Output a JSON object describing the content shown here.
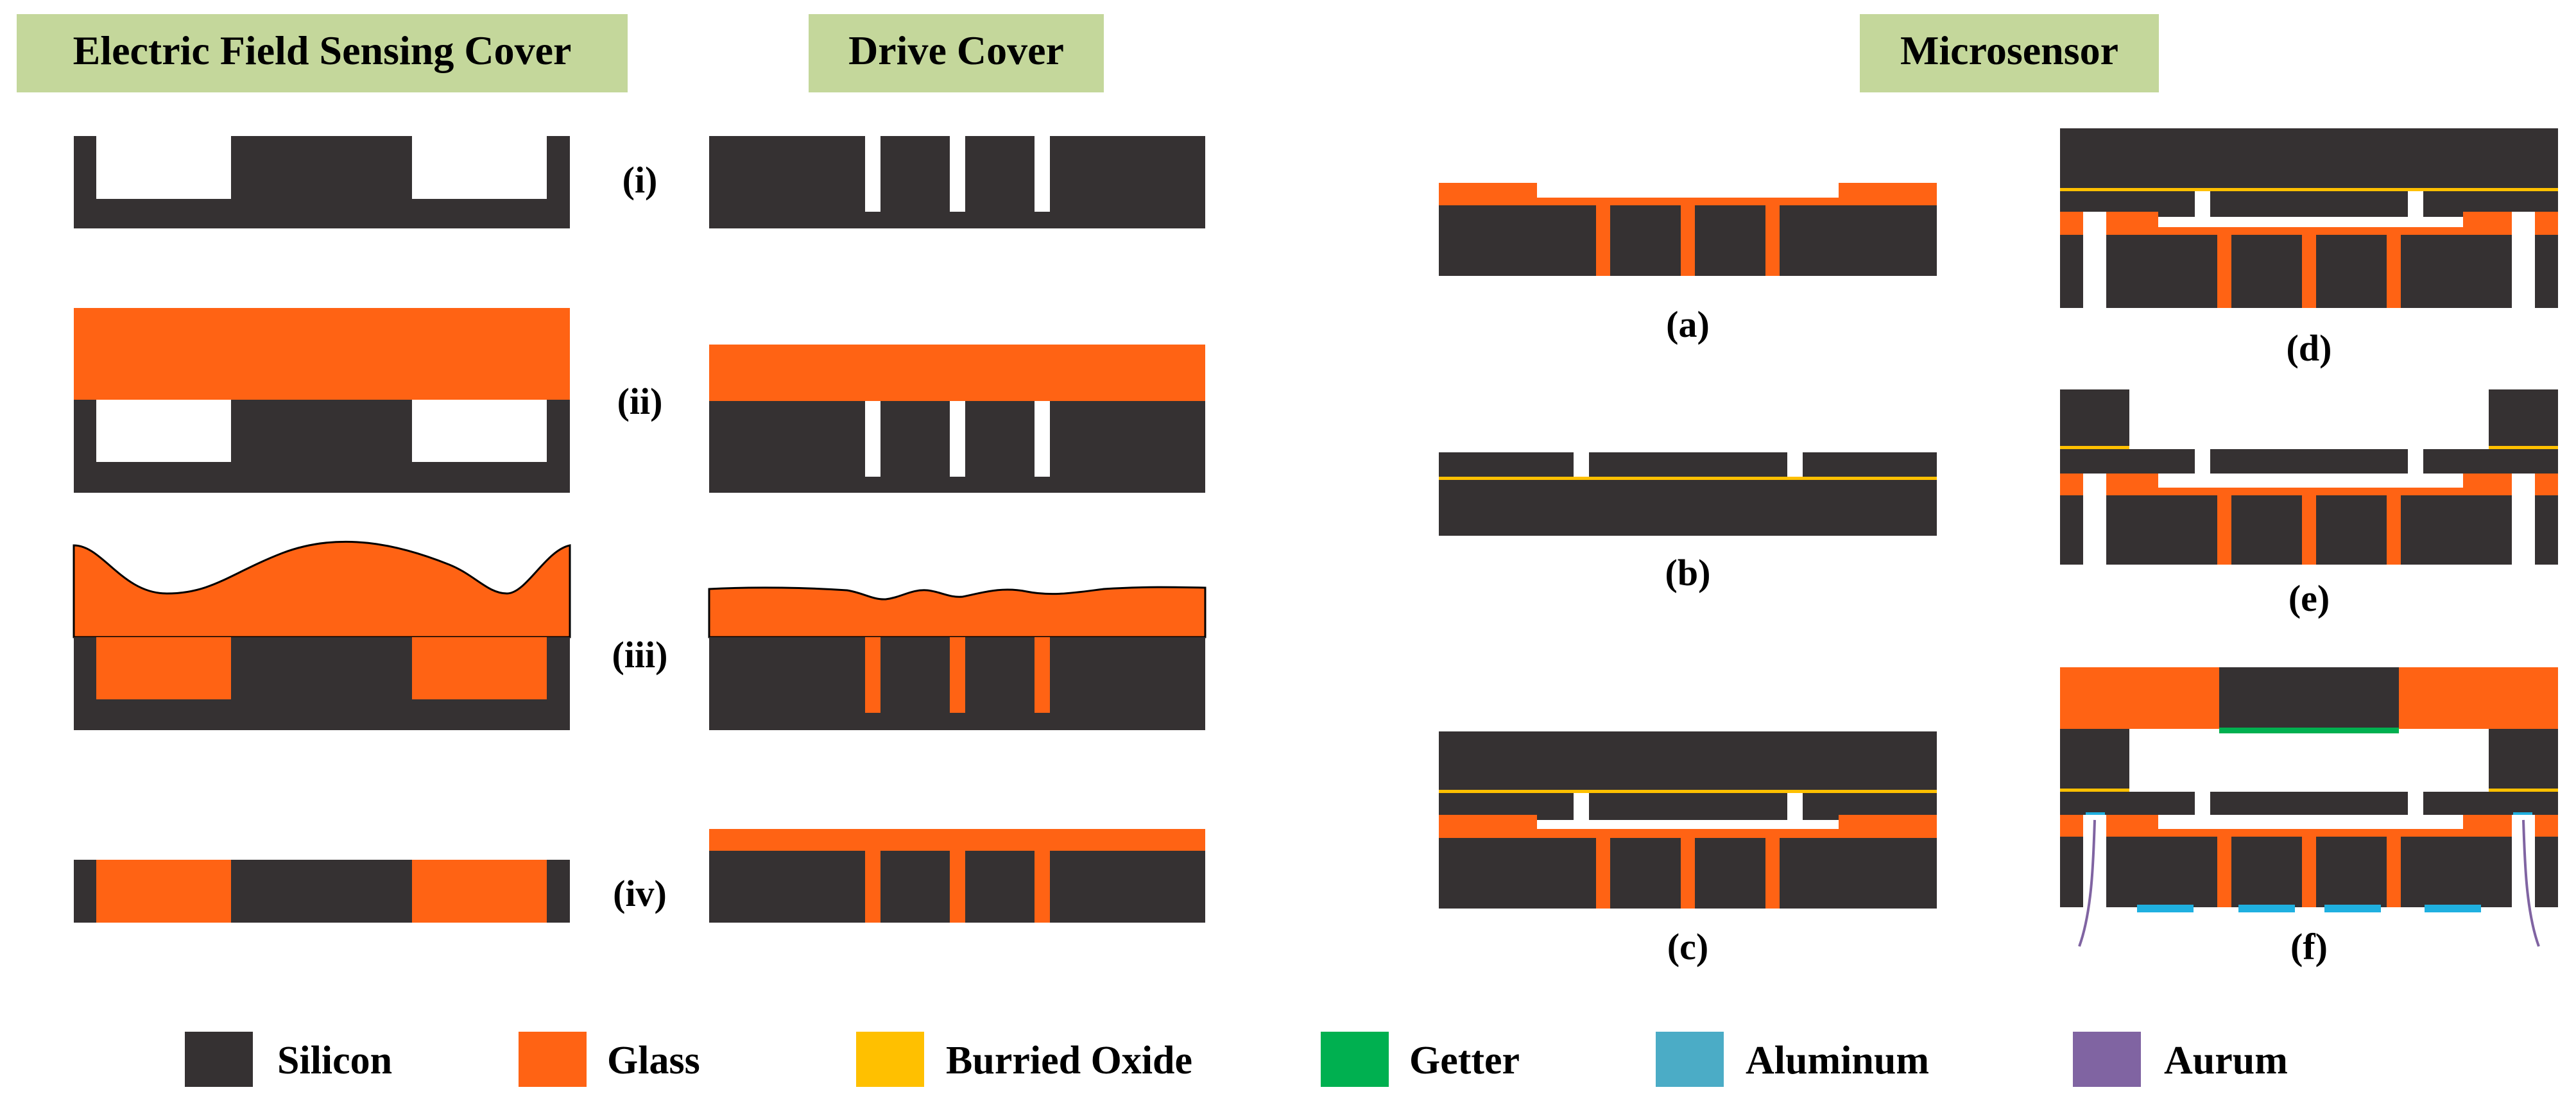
{
  "titles": {
    "efs_cover": "Electric Field Sensing Cover",
    "drive_cover": "Drive Cover",
    "microsensor": "Microsensor"
  },
  "step_labels": {
    "i": "(i)",
    "ii": "(ii)",
    "iii": "(iii)",
    "iv": "(iv)"
  },
  "microsensor_labels": {
    "a": "(a)",
    "b": "(b)",
    "c": "(c)",
    "d": "(d)",
    "e": "(e)",
    "f": "(f)"
  },
  "legend": [
    {
      "key": "silicon",
      "label": "Silicon",
      "color": "#353132"
    },
    {
      "key": "glass",
      "label": "Glass",
      "color": "#ff6314"
    },
    {
      "key": "oxide",
      "label": "Burried Oxide",
      "color": "#ffc000"
    },
    {
      "key": "getter",
      "label": "Getter",
      "color": "#00b050"
    },
    {
      "key": "aluminum",
      "label": "Aluminum",
      "color": "#4bacc6"
    },
    {
      "key": "aurum",
      "label": "Aurum",
      "color": "#8064a2"
    }
  ],
  "colors": {
    "title_bg": "#c4d79b",
    "silicon": "#353132",
    "glass": "#ff6314",
    "oxide": "#ffc000",
    "getter": "#00b050",
    "aluminum": "#4bacc6",
    "aluminum_pad": "#1fb0e0",
    "aurum": "#8064a2"
  }
}
